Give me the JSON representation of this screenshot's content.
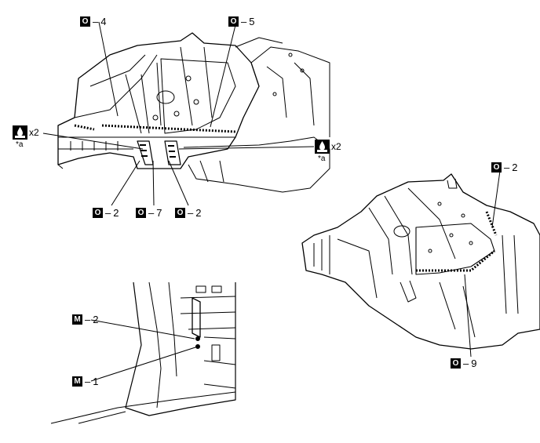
{
  "callouts": {
    "c4": {
      "letter": "O",
      "dash": "–",
      "num": "4"
    },
    "c5": {
      "letter": "O",
      "dash": "–",
      "num": "5"
    },
    "c2a": {
      "letter": "O",
      "dash": "–",
      "num": "2"
    },
    "c7": {
      "letter": "O",
      "dash": "–",
      "num": "7"
    },
    "c2b": {
      "letter": "O",
      "dash": "–",
      "num": "2"
    },
    "c2c": {
      "letter": "O",
      "dash": "–",
      "num": "2"
    },
    "c9": {
      "letter": "O",
      "dash": "–",
      "num": "9"
    },
    "m2": {
      "letter": "M",
      "dash": "–",
      "num": "2"
    },
    "m1": {
      "letter": "M",
      "dash": "–",
      "num": "1"
    }
  },
  "fluid_left": {
    "count": "x2",
    "note": "*a"
  },
  "fluid_right": {
    "count": "x2",
    "note": "*a"
  }
}
